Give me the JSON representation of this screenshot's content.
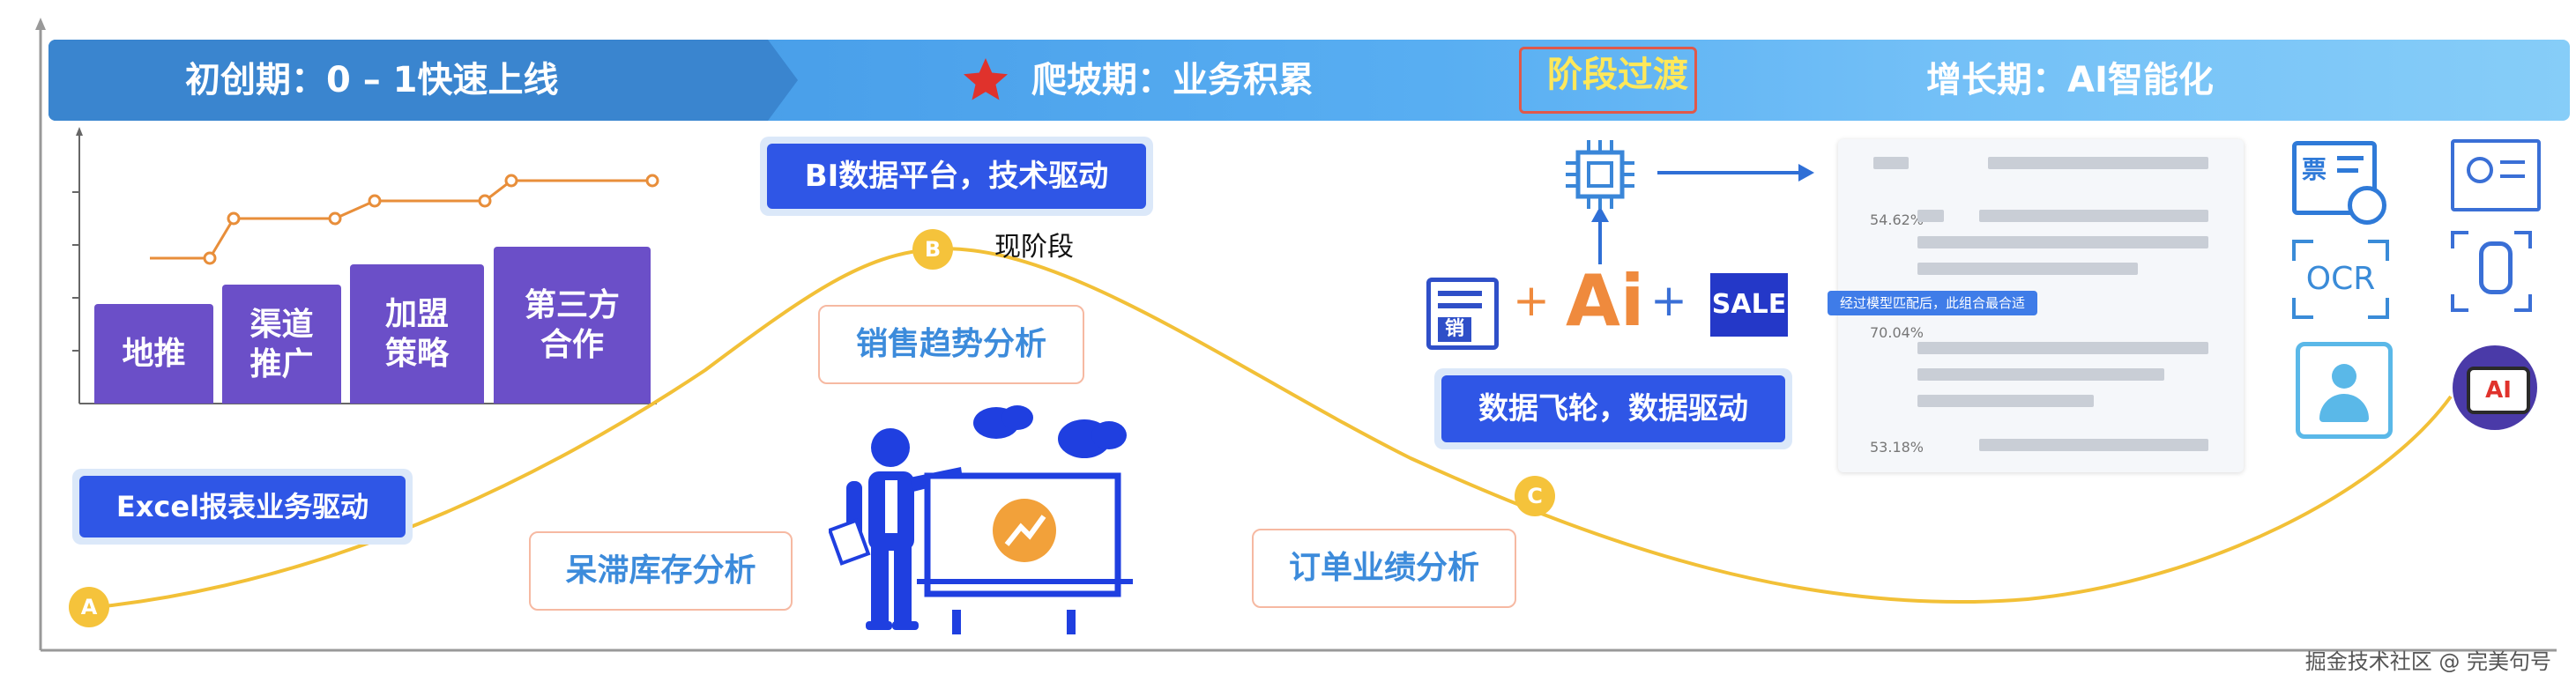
{
  "banner": {
    "phase1": "初创期：0 – 1快速上线",
    "phase2": "爬坡期：业务积累",
    "transition": "阶段过渡",
    "phase3": "增长期：AI智能化"
  },
  "bars": [
    "地推",
    "渠道\n推广",
    "加盟\n策略",
    "第三方\n合作"
  ],
  "tags": {
    "excel": "Excel报表业务驱动",
    "bi": "BI数据平台，技术驱动",
    "flywheel": "数据飞轮，数据驱动"
  },
  "current_stage": "现阶段",
  "analyses": {
    "inventory": "呆滞库存分析",
    "sales": "销售趋势分析",
    "orders": "订单业绩分析"
  },
  "markers": {
    "a": "A",
    "b": "B",
    "c": "C"
  },
  "ai_row": {
    "plus": "+",
    "ai": "Ai",
    "sale": "SALE",
    "sale_badge": "销"
  },
  "panel": {
    "pct1": "54.62%",
    "callout": "经过模型匹配后，此组合最合适",
    "pct2": "70.04%",
    "pct3": "53.18%"
  },
  "icons": {
    "invoice": "票",
    "ocr": "OCR",
    "ai_badge": "AI"
  },
  "colors": {
    "banner_start": "#3e8fd6",
    "banner_end": "#86cdf8",
    "bar": "#6b4fc8",
    "tag": "#2f56e6",
    "curve": "#f2c037",
    "trend": "#e88e3a",
    "figure": "#1f3fe0"
  },
  "watermark": "掘金技术社区 @ 完美句号"
}
